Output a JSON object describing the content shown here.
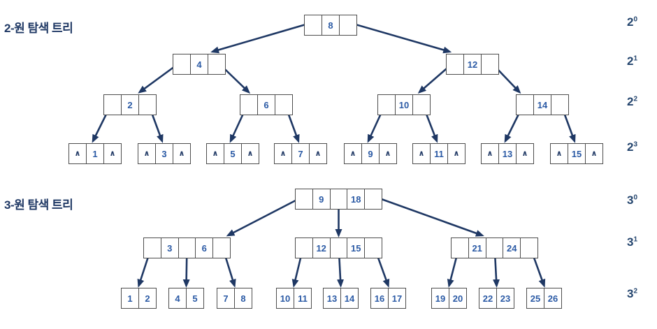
{
  "colors": {
    "arrow_navy": "#1F3864",
    "key_blue": "#2B5AA5",
    "box_border": "#4d4d4d",
    "background": "#ffffff"
  },
  "tree1": {
    "title": "2-원 탐색 트리",
    "null_pointer_glyph": "∧",
    "level_labels": [
      {
        "base": "2",
        "exp": "0"
      },
      {
        "base": "2",
        "exp": "1"
      },
      {
        "base": "2",
        "exp": "2"
      },
      {
        "base": "2",
        "exp": "3"
      }
    ],
    "levels": [
      [
        [
          "8"
        ]
      ],
      [
        [
          "4"
        ],
        [
          "12"
        ]
      ],
      [
        [
          "2"
        ],
        [
          "6"
        ],
        [
          "10"
        ],
        [
          "14"
        ]
      ],
      [
        [
          "1"
        ],
        [
          "3"
        ],
        [
          "5"
        ],
        [
          "7"
        ],
        [
          "9"
        ],
        [
          "11"
        ],
        [
          "13"
        ],
        [
          "15"
        ]
      ]
    ]
  },
  "tree2": {
    "title": "3-원 탐색 트리",
    "level_labels": [
      {
        "base": "3",
        "exp": "0"
      },
      {
        "base": "3",
        "exp": "1"
      },
      {
        "base": "3",
        "exp": "2"
      }
    ],
    "levels": [
      [
        [
          "9",
          "18"
        ]
      ],
      [
        [
          "3",
          "6"
        ],
        [
          "12",
          "15"
        ],
        [
          "21",
          "24"
        ]
      ],
      [
        [
          "1",
          "2"
        ],
        [
          "4",
          "5"
        ],
        [
          "7",
          "8"
        ],
        [
          "10",
          "11"
        ],
        [
          "13",
          "14"
        ],
        [
          "16",
          "17"
        ],
        [
          "19",
          "20"
        ],
        [
          "22",
          "23"
        ],
        [
          "25",
          "26"
        ]
      ]
    ]
  }
}
